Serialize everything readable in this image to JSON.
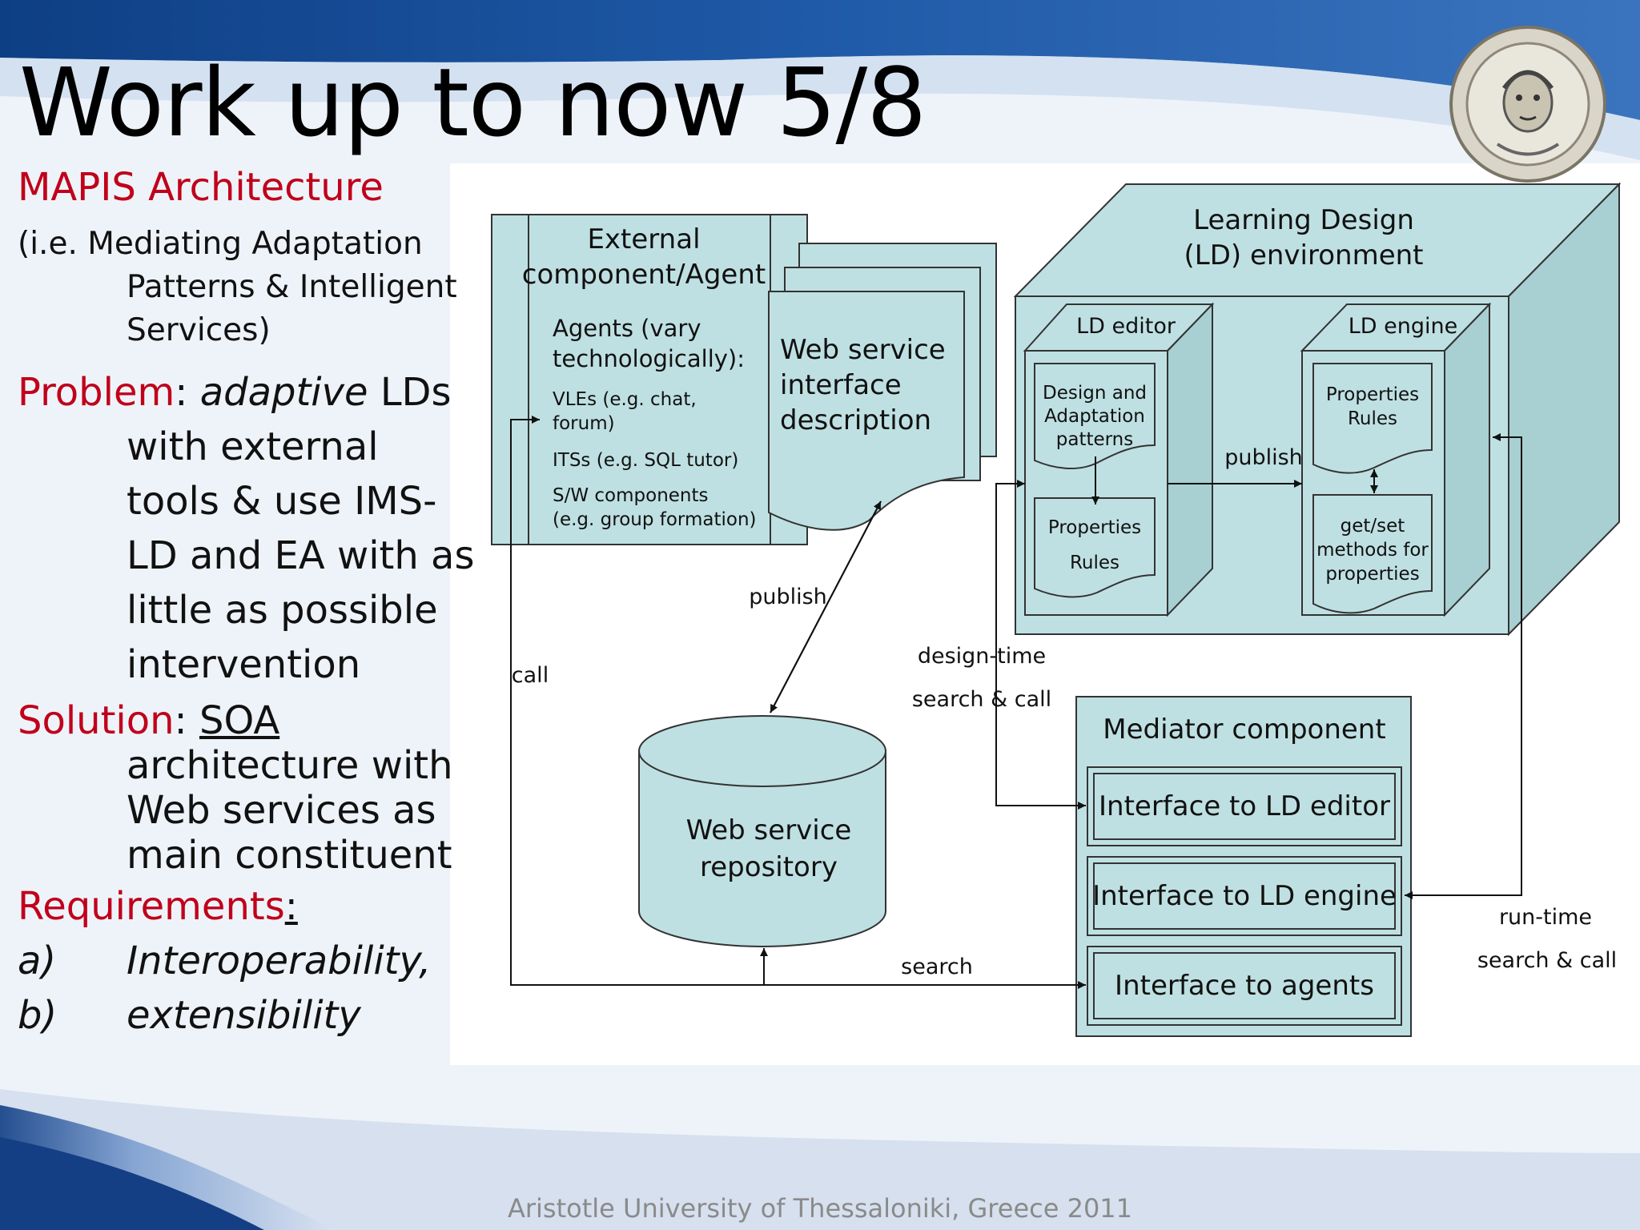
{
  "slide": {
    "title": "Work up to now 5/8",
    "footer": "Aristotle University of Thessaloniki, Greece 2011"
  },
  "left": {
    "heading": "MAPIS Architecture",
    "subheading_lines": [
      "(i.e. Mediating Adaptation",
      "Patterns & Intelligent",
      "Services)"
    ],
    "problem_label": "Problem",
    "problem_colon": ":",
    "problem_word_italic": "adaptive",
    "problem_lines": [
      "LDs",
      "with external",
      "tools & use IMS-",
      "LD and EA with as",
      "little as possible",
      "intervention"
    ],
    "solution_label": "Solution",
    "solution_colon": ":",
    "solution_word": "SOA",
    "solution_lines": [
      "architecture with",
      "Web services as",
      "main constituent"
    ],
    "requirements_label": "Requirements",
    "requirements_colon": ":",
    "requirements": [
      {
        "marker": "a)",
        "text": "Interoperability,"
      },
      {
        "marker": "b)",
        "text": "extensibility"
      }
    ]
  },
  "diagram": {
    "external": {
      "title_lines": [
        "External",
        "component/Agent"
      ],
      "agents_lines": [
        "Agents (vary",
        "technologically):"
      ],
      "items": [
        [
          "VLEs (e.g. chat,",
          "forum)"
        ],
        [
          "ITSs (e.g. SQL tutor)"
        ],
        [
          "S/W components",
          "(e.g. group formation)"
        ]
      ]
    },
    "ws_description_lines": [
      "Web service",
      "interface",
      "description"
    ],
    "ld_environment": {
      "title_lines": [
        "Learning Design",
        "(LD) environment"
      ],
      "editor": {
        "title": "LD editor",
        "doc1_lines": [
          "Design and",
          "Adaptation",
          "patterns"
        ],
        "doc2_lines": [
          "Properties",
          "Rules"
        ]
      },
      "engine": {
        "title": "LD engine",
        "doc1_lines": [
          "Properties",
          "Rules"
        ],
        "doc2_lines": [
          "get/set",
          "methods for",
          "properties"
        ]
      }
    },
    "repository_lines": [
      "Web service",
      "repository"
    ],
    "mediator": {
      "title": "Mediator component",
      "interfaces": [
        "Interface to LD editor",
        "Interface to LD engine",
        "Interface to agents"
      ]
    },
    "labels": {
      "publish_top": "publish",
      "publish_bottom": "publish",
      "call": "call",
      "search": "search",
      "design_time": "design-time",
      "design_search_call": "search & call",
      "run_time": "run-time",
      "run_search_call": "search & call"
    }
  },
  "colors": {
    "box_fill": "#bfe0e2",
    "accent_red": "#c0001a",
    "banner_blue": "#1a4b8f"
  }
}
